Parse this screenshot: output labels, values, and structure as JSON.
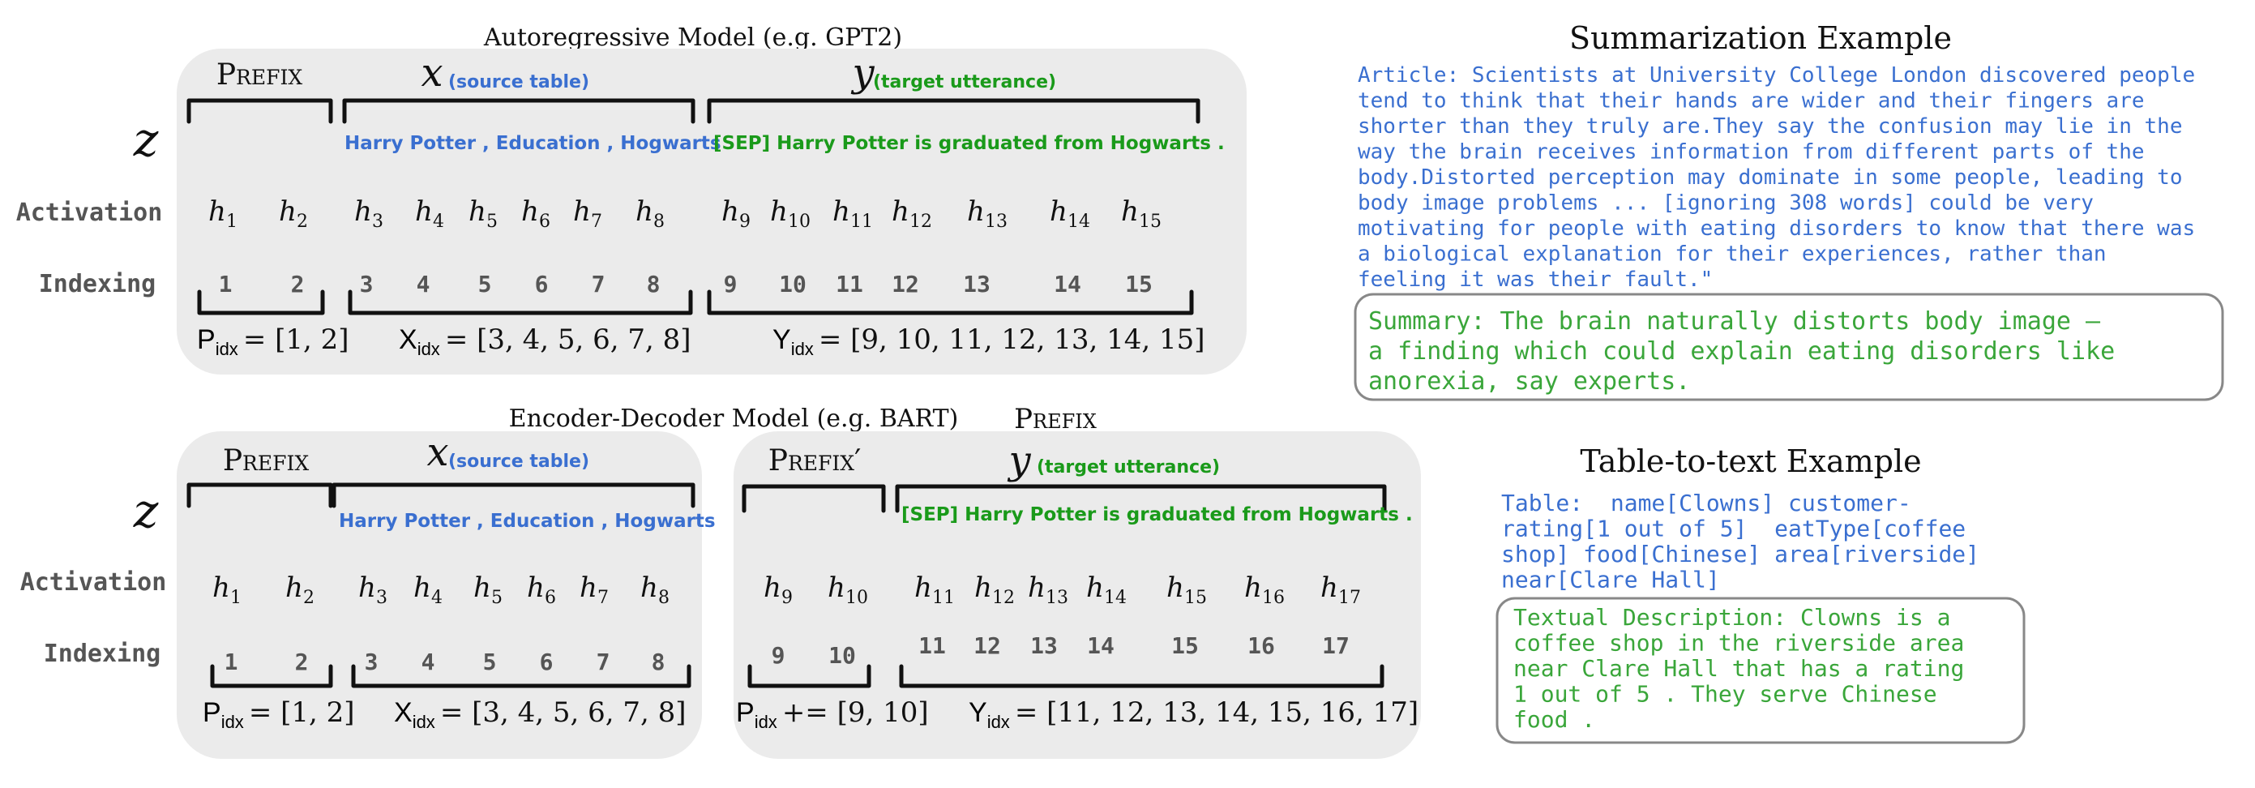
{
  "autoregressive": {
    "title": "Autoregressive Model (e.g. GPT2)",
    "prefix_label": "Prefix",
    "x_var": "x",
    "x_desc": "(source table)",
    "y_var": "y",
    "y_desc": "(target utterance)",
    "z_var": "z",
    "source_tokens": "Harry  Potter , Education ,  Hogwarts",
    "target_tokens": "[SEP]  Harry Potter  is  graduated  from  Hogwarts .",
    "activation_label": "Activation",
    "indexing_label": "Indexing",
    "activations": [
      "h",
      "h",
      "h",
      "h",
      "h",
      "h",
      "h",
      "h",
      "h",
      "h",
      "h",
      "h",
      "h",
      "h",
      "h"
    ],
    "activation_subs": [
      "1",
      "2",
      "3",
      "4",
      "5",
      "6",
      "7",
      "8",
      "9",
      "10",
      "11",
      "12",
      "13",
      "14",
      "15"
    ],
    "indices": [
      "1",
      "2",
      "3",
      "4",
      "5",
      "6",
      "7",
      "8",
      "9",
      "10",
      "11",
      "12",
      "13",
      "14",
      "15"
    ],
    "p_idx": "P",
    "p_idx_sub": "idx",
    "p_idx_val": "= [1, 2]",
    "x_idx": "X",
    "x_idx_val": "= [3, 4, 5, 6, 7, 8]",
    "y_idx": "Y",
    "y_idx_val": "= [9, 10, 11, 12, 13, 14, 15]"
  },
  "encdec": {
    "title": "Encoder-Decoder Model (e.g. BART)",
    "floating_prefix": "Prefix",
    "prefix_label": "Prefix",
    "prefix2_label": "Prefix′",
    "x_var": "x",
    "x_desc": "(source table)",
    "y_var": "y",
    "y_desc": "(target utterance)",
    "z_var": "z",
    "source_tokens": "Harry  Potter , Education ,  Hogwarts",
    "target_tokens": "[SEP]  Harry Potter  is  graduated  from  Hogwarts .",
    "activation_label": "Activation",
    "indexing_label": "Indexing",
    "enc_subs": [
      "1",
      "2",
      "3",
      "4",
      "5",
      "6",
      "7",
      "8"
    ],
    "dec_subs": [
      "9",
      "10",
      "11",
      "12",
      "13",
      "14",
      "15",
      "16",
      "17"
    ],
    "enc_indices": [
      "1",
      "2",
      "3",
      "4",
      "5",
      "6",
      "7",
      "8"
    ],
    "dec_indices": [
      "9",
      "10",
      "11",
      "12",
      "13",
      "14",
      "15",
      "16",
      "17"
    ],
    "p_idx_val": "= [1, 2]",
    "x_idx_val": "= [3, 4, 5, 6, 7, 8]",
    "p_idx2_val": "+= [9, 10]",
    "y_idx_val": "= [11, 12, 13, 14, 15, 16, 17]"
  },
  "summarization": {
    "title": "Summarization Example",
    "article_lines": [
      "Article: Scientists at University College London discovered people",
      "tend to think that their hands are wider and their fingers are",
      "shorter than they truly are.They say the confusion may lie in the",
      "way the brain receives information from different parts of the",
      "body.Distorted perception may dominate in some people, leading to",
      "body image problems ... [ignoring 308 words] could be very",
      "motivating for people with eating disorders to know that there was",
      "a biological explanation for their experiences, rather than",
      "feeling it was their fault.\""
    ],
    "summary_lines": [
      "Summary: The brain naturally distorts body image –",
      "a finding which could explain eating disorders like",
      "anorexia, say experts."
    ]
  },
  "table2text": {
    "title": "Table-to-text Example",
    "table_lines": [
      "Table:  name[Clowns] customer-",
      "rating[1 out of 5]  eatType[coffee",
      "shop] food[Chinese] area[riverside]",
      "near[Clare Hall]"
    ],
    "desc_lines": [
      "Textual Description: Clowns is a",
      "coffee shop in the riverside area",
      "near Clare Hall that has a rating",
      "1 out of 5 . They serve Chinese",
      "food ."
    ]
  }
}
